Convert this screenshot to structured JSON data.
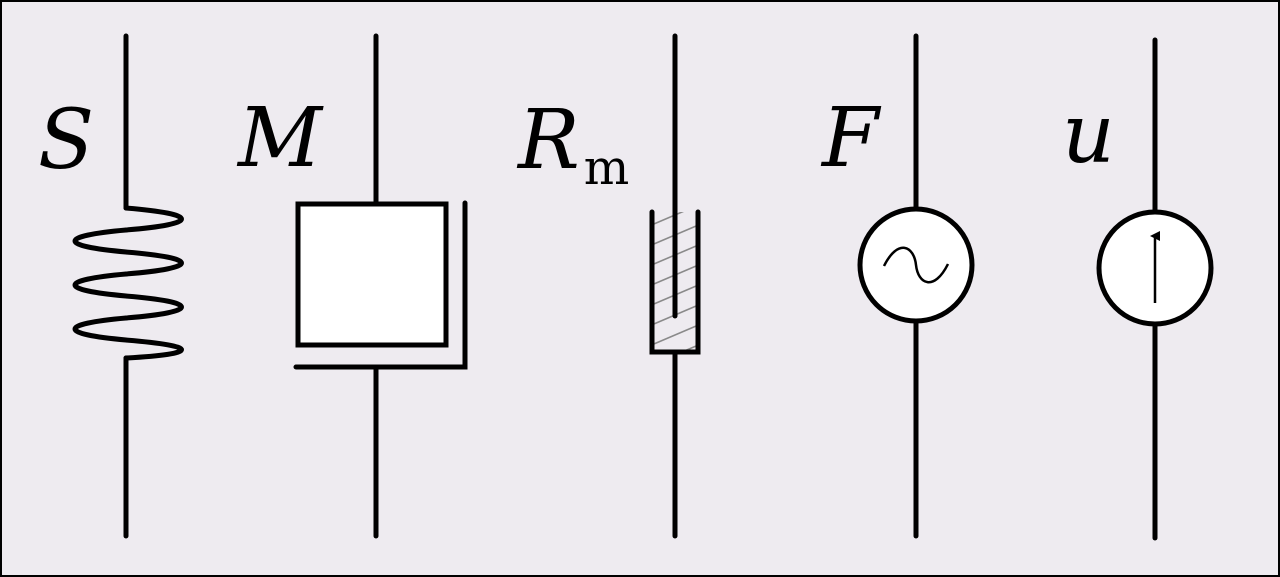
{
  "diagram": {
    "background": "#eeebf0",
    "border_color": "#000000",
    "elements": [
      {
        "id": "spring",
        "label": "S",
        "subscript": ""
      },
      {
        "id": "mass",
        "label": "M",
        "subscript": ""
      },
      {
        "id": "damper",
        "label": "R",
        "subscript": "m"
      },
      {
        "id": "force-source",
        "label": "F",
        "subscript": ""
      },
      {
        "id": "velocity-source",
        "label": "u",
        "subscript": ""
      }
    ],
    "icons": {
      "spring": "spring-zigzag-icon",
      "mass": "mass-box-icon",
      "damper": "dashpot-icon",
      "force_source": "ac-source-icon",
      "velocity_source": "arrow-source-icon"
    }
  }
}
